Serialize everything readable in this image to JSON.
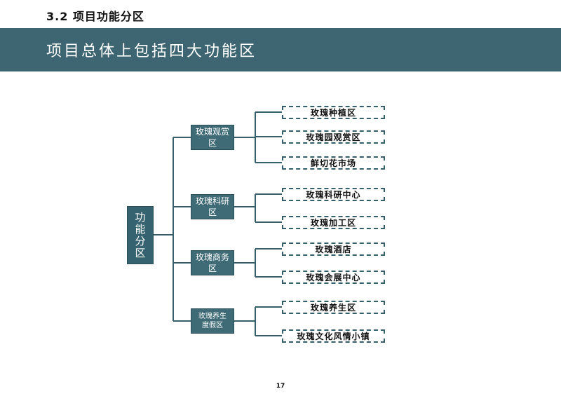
{
  "section_title": "3.2 项目功能分区",
  "banner_title": "项目总体上包括四大功能区",
  "tree": {
    "root": "功能分区",
    "groups": [
      {
        "label": "玫瑰观赏区",
        "children": [
          "玫瑰种植区",
          "玫瑰园观赏区",
          "鲜切花市场"
        ]
      },
      {
        "label": "玫瑰科研区",
        "children": [
          "玫瑰科研中心",
          "玫瑰加工区"
        ]
      },
      {
        "label": "玫瑰商务区",
        "children": [
          "玫瑰酒店",
          "玫瑰会展中心"
        ]
      },
      {
        "label": "玫瑰养生度假区",
        "children": [
          "玫瑰养生区",
          "玫瑰文化风情小镇"
        ]
      }
    ]
  },
  "page_number": "17",
  "colors": {
    "banner": "#3d6672",
    "node_fill": "#3f6b76",
    "connector": "#35606b"
  }
}
